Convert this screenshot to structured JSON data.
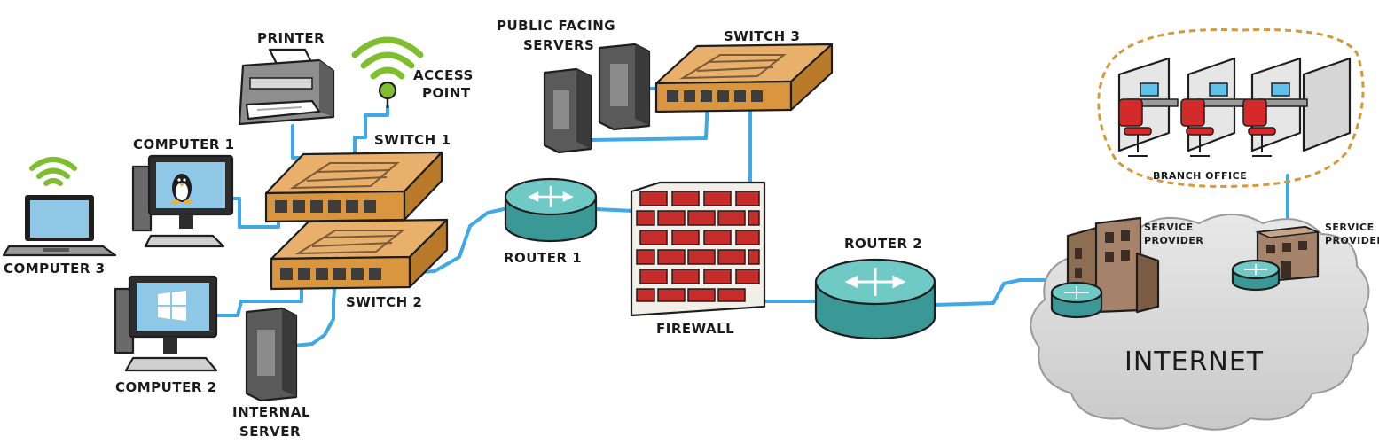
{
  "labels": {
    "printer": "PRINTER",
    "access_point_1": "ACCESS",
    "access_point_2": "POINT",
    "public_servers_1": "PUBLIC FACING",
    "public_servers_2": "SERVERS",
    "switch_3": "SWITCH 3",
    "switch_1": "SWITCH 1",
    "switch_2": "SWITCH 2",
    "computer_1": "COMPUTER 1",
    "computer_2": "COMPUTER 2",
    "computer_3": "COMPUTER 3",
    "internal_server_1": "INTERNAL",
    "internal_server_2": "SERVER",
    "router_1": "ROUTER 1",
    "router_2": "ROUTER 2",
    "firewall": "FIREWALL",
    "branch_office": "BRANCH OFFICE",
    "service_provider_a_1": "SERVICE",
    "service_provider_a_2": "PROVIDER",
    "service_provider_b_1": "SERVICE",
    "service_provider_b_2": "PROVIDER",
    "internet": "INTERNET"
  },
  "colors": {
    "cable": "#3fa9e6",
    "trunk_cable": "#d9261c",
    "switch_body": "#e2a45a",
    "router_body": "#4bb3b0",
    "firewall_brick": "#c62d2a",
    "wifi_green": "#7fbf2f",
    "cloud_gray": "#d4d4d4",
    "branch_outline": "#d49a3a",
    "chair_red": "#d42a2a"
  }
}
